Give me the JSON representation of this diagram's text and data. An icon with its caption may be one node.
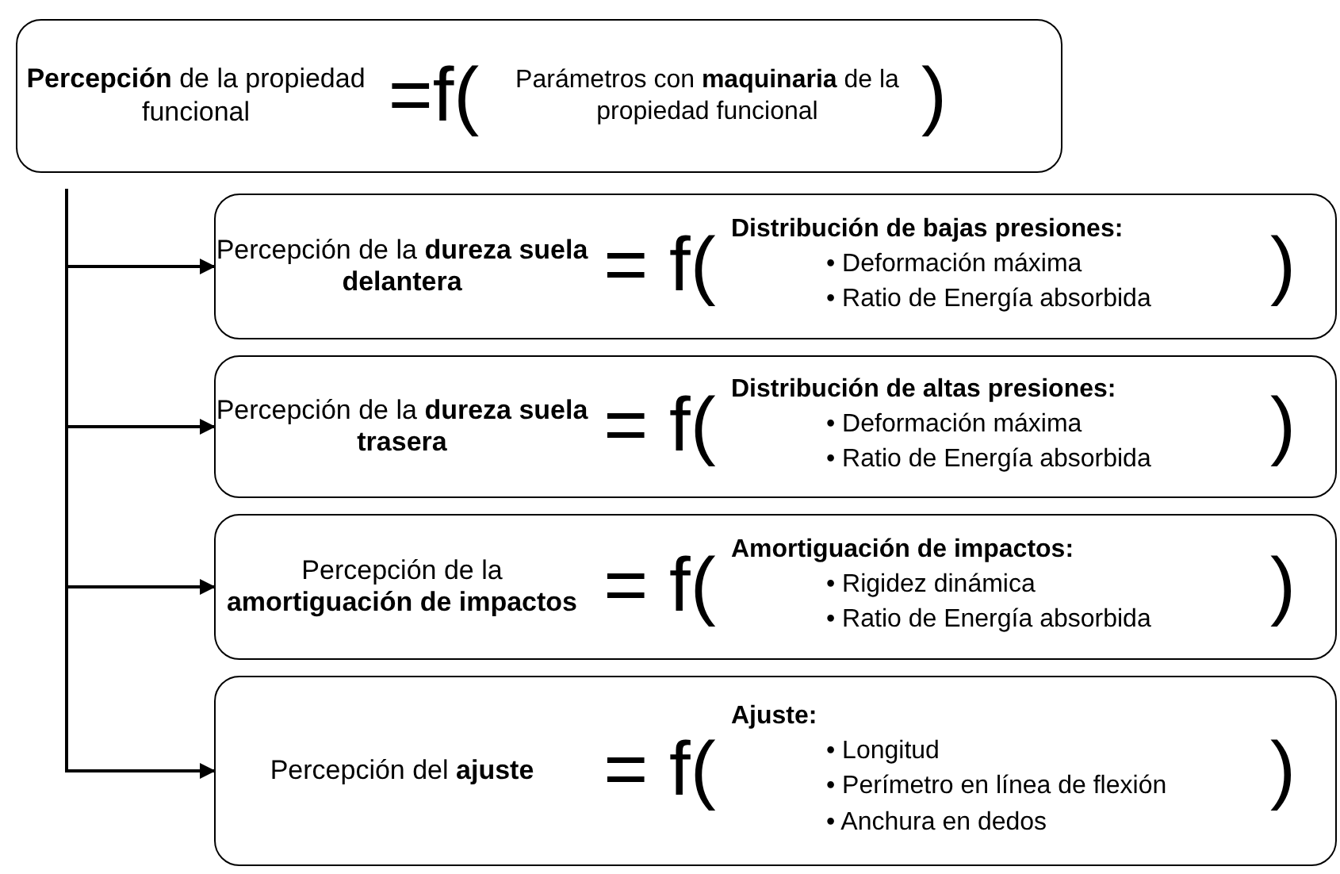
{
  "diagram": {
    "nodes": [
      {
        "text": [
          "**Percepción** de la propiedad funcional",
          "=f(",
          "Parámetros con **maquinaria** de la propiedad funcional",
          ")"
        ]
      },
      {
        "text": [
          "Percepción de la **dureza suela delantera**",
          "= f(",
          "Distribución de bajas presiones:",
          "• Deformación máxima",
          "• Ratio de Energía absorbida",
          ")"
        ]
      },
      {
        "text": [
          "Percepción de la **dureza suela trasera**",
          "= f(",
          "Distribución de altas presiones:",
          "• Deformación máxima",
          "• Ratio de Energía absorbida",
          ")"
        ]
      },
      {
        "text": [
          "Percepción de la **amortiguación de impactos**",
          "= f(",
          "Amortiguación de impactos:",
          "• Rigidez dinámica",
          "• Ratio de Energía absorbida",
          ")"
        ]
      },
      {
        "text": [
          "Percepción del **ajuste**",
          "= f(",
          "Ajuste:",
          "• Longitud",
          "• Perímetro en línea de flexión",
          "• Anchura en dedos",
          ")"
        ]
      }
    ],
    "edges": [
      {
        "from": 0,
        "to": 1,
        "arrow": "to"
      },
      {
        "from": 0,
        "to": 2,
        "arrow": "to"
      },
      {
        "from": 0,
        "to": 3,
        "arrow": "to"
      },
      {
        "from": 0,
        "to": 4,
        "arrow": "to"
      }
    ]
  }
}
